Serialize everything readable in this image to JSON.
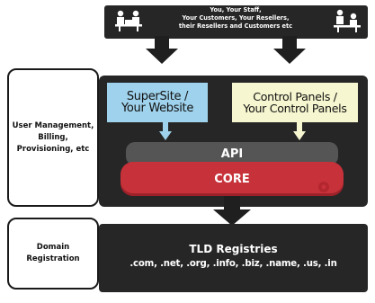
{
  "users": {
    "line1": "You, Your Staff,",
    "line2": "Your Customers, Your Resellers,",
    "line3": "their Resellers and Customers etc",
    "left_icon": "people-at-desk-icon",
    "right_icon": "people-at-desk-icon"
  },
  "side_labels": {
    "management": {
      "line1": "User Management,",
      "line2": "Billing,",
      "line3": "Provisioning, etc"
    },
    "domain": {
      "line1": "Domain",
      "line2": "Registration"
    }
  },
  "panels": {
    "supersite": {
      "line1": "SuperSite /",
      "line2": "Your Website"
    },
    "control": {
      "line1": "Control Panels /",
      "line2": "Your Control Panels"
    },
    "api": "API",
    "core": "CORE"
  },
  "registry": {
    "title": "TLD Registries",
    "tlds": ".com, .net, .org, .info, .biz, .name, .us, .in"
  },
  "colors": {
    "dark": "#262626",
    "supersite": "#9fd2ec",
    "control": "#f6f6d0",
    "api": "#555555",
    "core": "#c7323a"
  }
}
